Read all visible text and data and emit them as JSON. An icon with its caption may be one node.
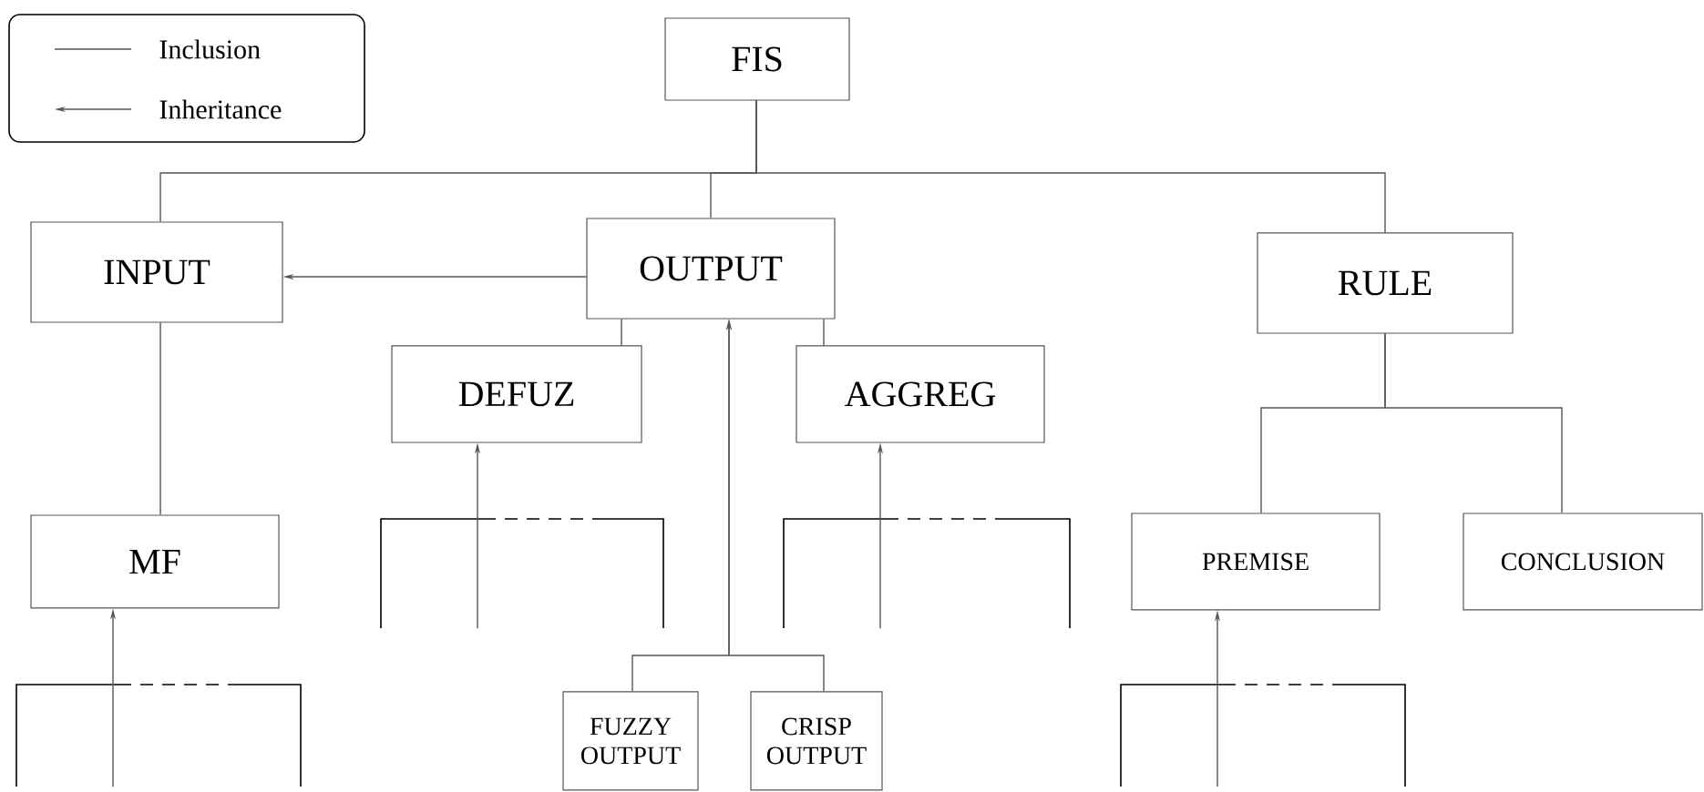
{
  "diagram": {
    "nodes": [
      {
        "text": [
          "FIS"
        ]
      },
      {
        "text": [
          "INPUT"
        ]
      },
      {
        "text": [
          "OUTPUT"
        ]
      },
      {
        "text": [
          "RULE"
        ]
      },
      {
        "text": [
          "DEFUZ"
        ]
      },
      {
        "text": [
          "AGGREG"
        ]
      },
      {
        "text": [
          "MF"
        ]
      },
      {
        "text": [
          "PREMISE"
        ]
      },
      {
        "text": [
          "CONCLUSION"
        ]
      },
      {
        "text": [
          "FUZZY OUTPUT"
        ]
      },
      {
        "text": [
          "CRISP OUTPUT"
        ]
      },
      {
        "text": [],
        "shape": "bracket"
      },
      {
        "text": [],
        "shape": "bracket"
      },
      {
        "text": [],
        "shape": "bracket"
      },
      {
        "text": [],
        "shape": "bracket"
      }
    ],
    "edges": [
      {
        "from": 0,
        "to": 1,
        "arrow": "none"
      },
      {
        "from": 0,
        "to": 2,
        "arrow": "none"
      },
      {
        "from": 0,
        "to": 3,
        "arrow": "none"
      },
      {
        "from": 2,
        "to": 1,
        "arrow": "to"
      },
      {
        "from": 1,
        "to": 6,
        "arrow": "none"
      },
      {
        "from": 2,
        "to": 4,
        "arrow": "none"
      },
      {
        "from": 2,
        "to": 5,
        "arrow": "none"
      },
      {
        "from": 3,
        "to": 7,
        "arrow": "none"
      },
      {
        "from": 3,
        "to": 8,
        "arrow": "none"
      },
      {
        "from": 9,
        "to": 2,
        "arrow": "to"
      },
      {
        "from": 10,
        "to": 2,
        "arrow": "to"
      },
      {
        "from": 11,
        "to": 4,
        "arrow": "to"
      },
      {
        "from": 12,
        "to": 5,
        "arrow": "to"
      },
      {
        "from": 13,
        "to": 6,
        "arrow": "to"
      },
      {
        "from": 14,
        "to": 7,
        "arrow": "to"
      }
    ],
    "legend": [
      {
        "text": "Inclusion"
      },
      {
        "text": "Inheritance"
      }
    ]
  }
}
